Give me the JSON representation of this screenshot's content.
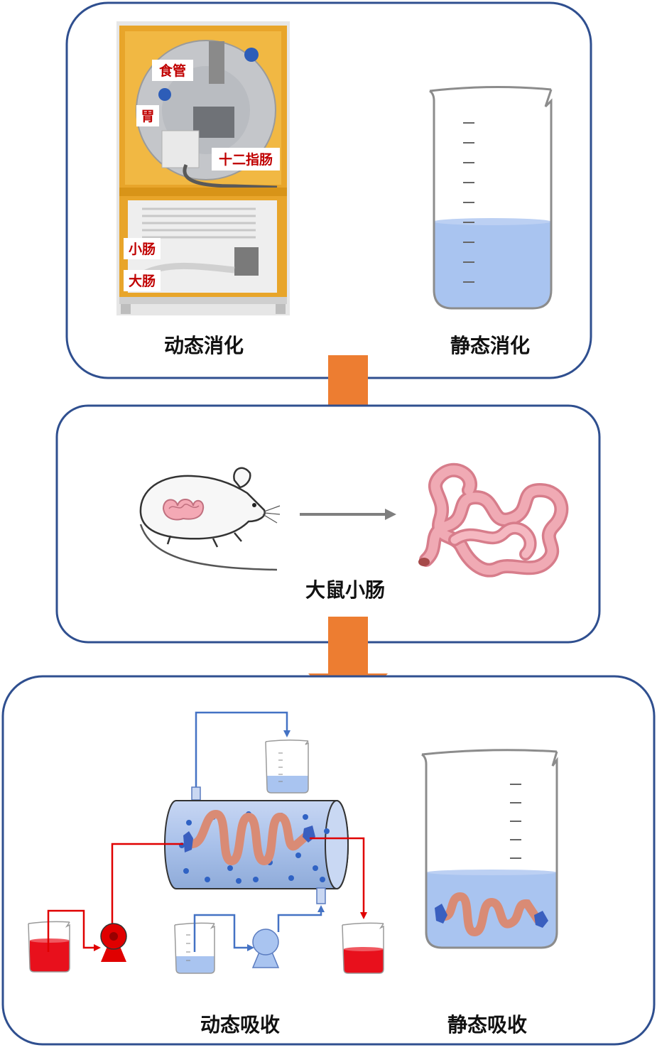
{
  "panels": {
    "digestion": {
      "dynamic_label": "动态消化",
      "static_label": "静态消化",
      "organs": {
        "esophagus": "食管",
        "stomach": "胃",
        "duodenum": "十二指肠",
        "small_intestine": "小肠",
        "large_intestine": "大肠"
      }
    },
    "tissue": {
      "label": "大鼠小肠"
    },
    "absorption": {
      "dynamic_label": "动态吸收",
      "static_label": "静态吸收"
    }
  },
  "colors": {
    "panel_border": "#2f4f8f",
    "arrow": "#ed7d31",
    "liquid_blue": "#a9c4f0",
    "liquid_red": "#e8101c",
    "tube_blue": "#4472c4",
    "tube_red": "#e00000",
    "intestine": "#d98b75",
    "machine_yellow": "#e8a52a"
  },
  "icons": [
    "arrow-down-icon",
    "arrow-right-icon",
    "beaker-icon",
    "pump-icon",
    "rat-icon",
    "intestine-icon"
  ]
}
